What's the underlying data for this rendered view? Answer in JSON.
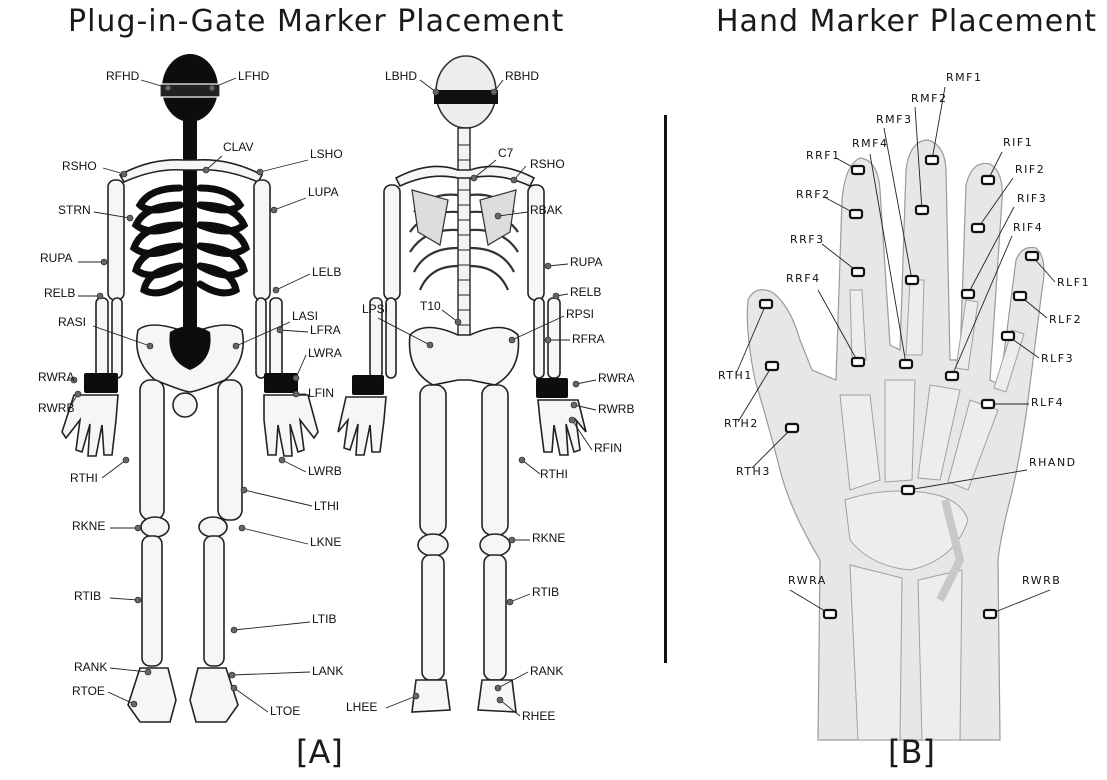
{
  "titles": {
    "left": "Plug-in-Gate Marker Placement",
    "right": "Hand Marker Placement"
  },
  "captions": {
    "a": "[A]",
    "b": "[B]"
  },
  "body_markers": {
    "front": [
      "RFHD",
      "LFHD",
      "CLAV",
      "RSHO",
      "STRN",
      "RUPA",
      "RELB",
      "RASI",
      "LASI",
      "RWRA",
      "RWRB",
      "RTHI",
      "RKNE",
      "RTIB",
      "RANK",
      "RTOE",
      "LTOE",
      "LANK",
      "LTIB",
      "LKNE",
      "LTHI",
      "LWRB",
      "LFIN",
      "LWRA",
      "LFRA",
      "LELB",
      "LUPA",
      "LSHO"
    ],
    "back": [
      "LBHD",
      "RBHD",
      "C7",
      "RSHO",
      "RBAK",
      "RUPA",
      "RELB",
      "LPSI",
      "T10",
      "RPSI",
      "RFRA",
      "RWRA",
      "RWRB",
      "RFIN",
      "RTHI",
      "RKNE",
      "RTIB",
      "RANK",
      "RHEE",
      "LHEE"
    ]
  },
  "hand_markers": [
    "RMF1",
    "RMF2",
    "RMF3",
    "RMF4",
    "RRF1",
    "RRF2",
    "RRF3",
    "RRF4",
    "RIF1",
    "RIF2",
    "RIF3",
    "RIF4",
    "RLF1",
    "RLF2",
    "RLF3",
    "RLF4",
    "RTH1",
    "RTH2",
    "RTH3",
    "RHAND",
    "RWRA",
    "RWRB"
  ],
  "colors": {
    "ink": "#111111",
    "skin": "#e7e7e7",
    "bone": "#f6f6f6"
  }
}
